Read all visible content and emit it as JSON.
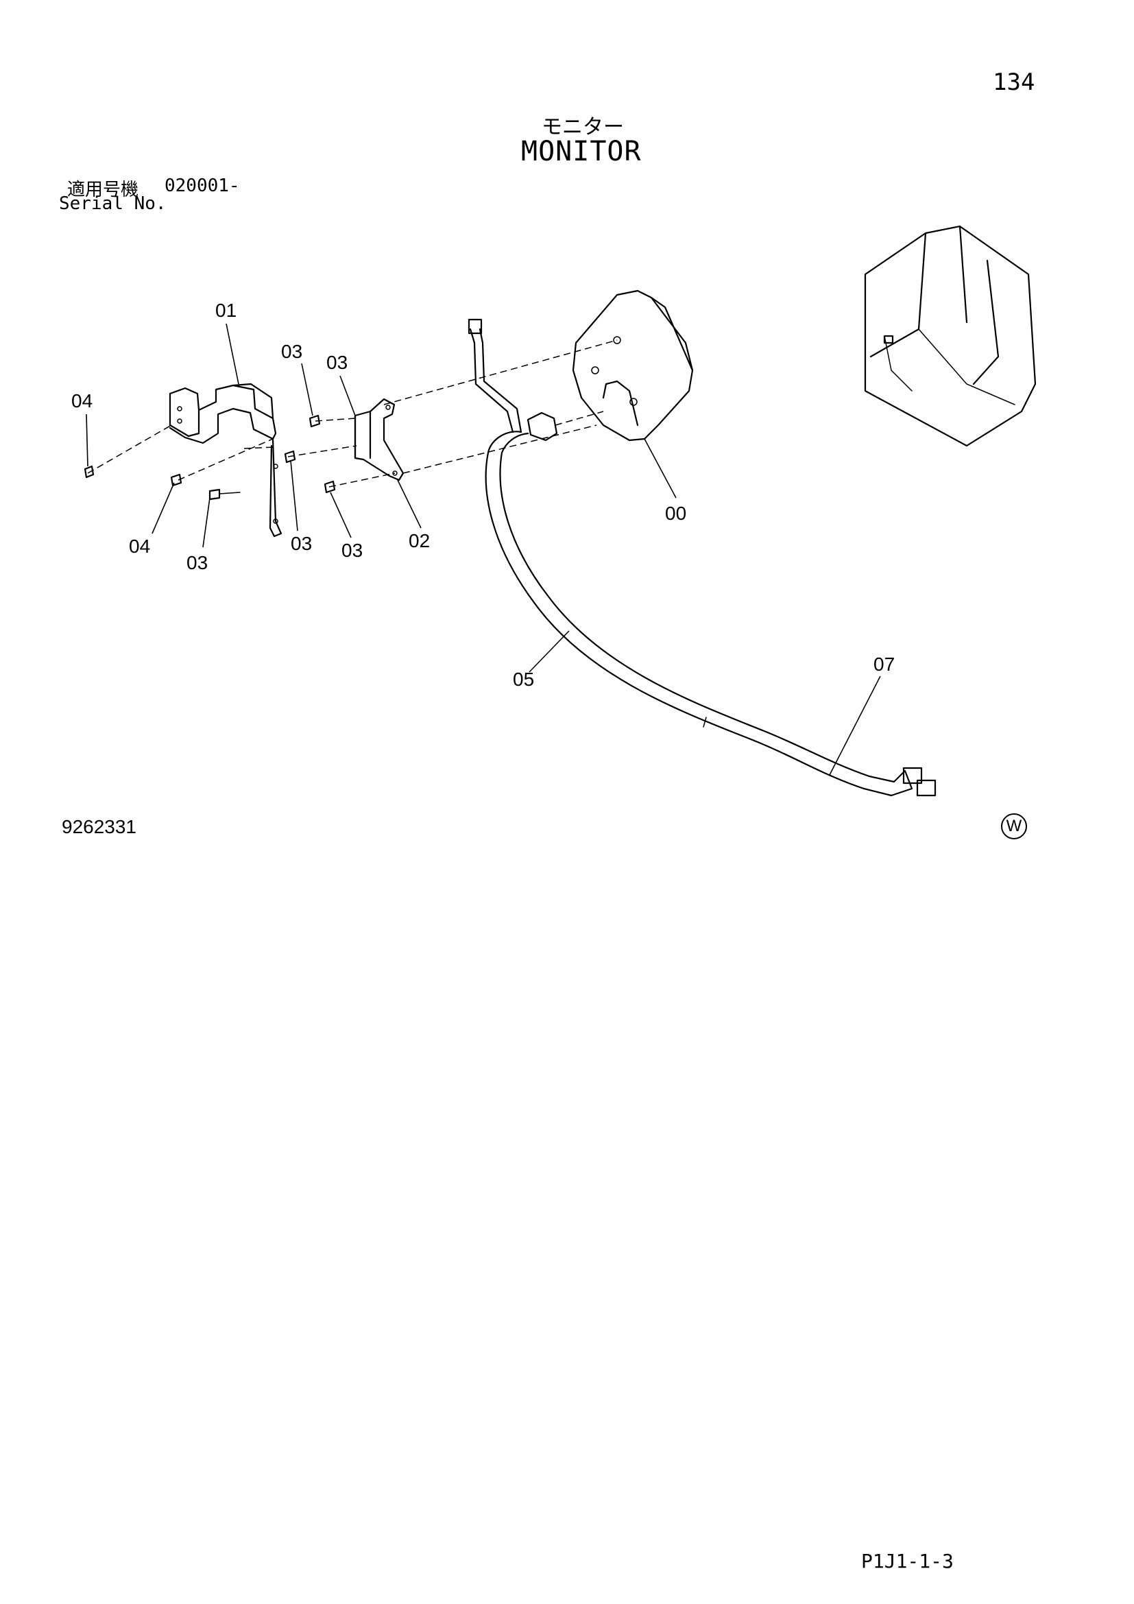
{
  "header": {
    "page_number": "134",
    "title_jp": "モニター",
    "title_en": "MONITOR",
    "serial_label_jp": "適用号機",
    "serial_value": "020001-",
    "serial_label_en": "Serial No."
  },
  "callouts": {
    "c00": "00",
    "c01": "01",
    "c02": "02",
    "c03a": "03",
    "c03b": "03",
    "c03c": "03",
    "c03d": "03",
    "c03e": "03",
    "c04a": "04",
    "c04b": "04",
    "c05": "05",
    "c07": "07"
  },
  "footer": {
    "drawing_number": "9262331",
    "mark": "W",
    "page_ref": "P1J1-1-3"
  }
}
